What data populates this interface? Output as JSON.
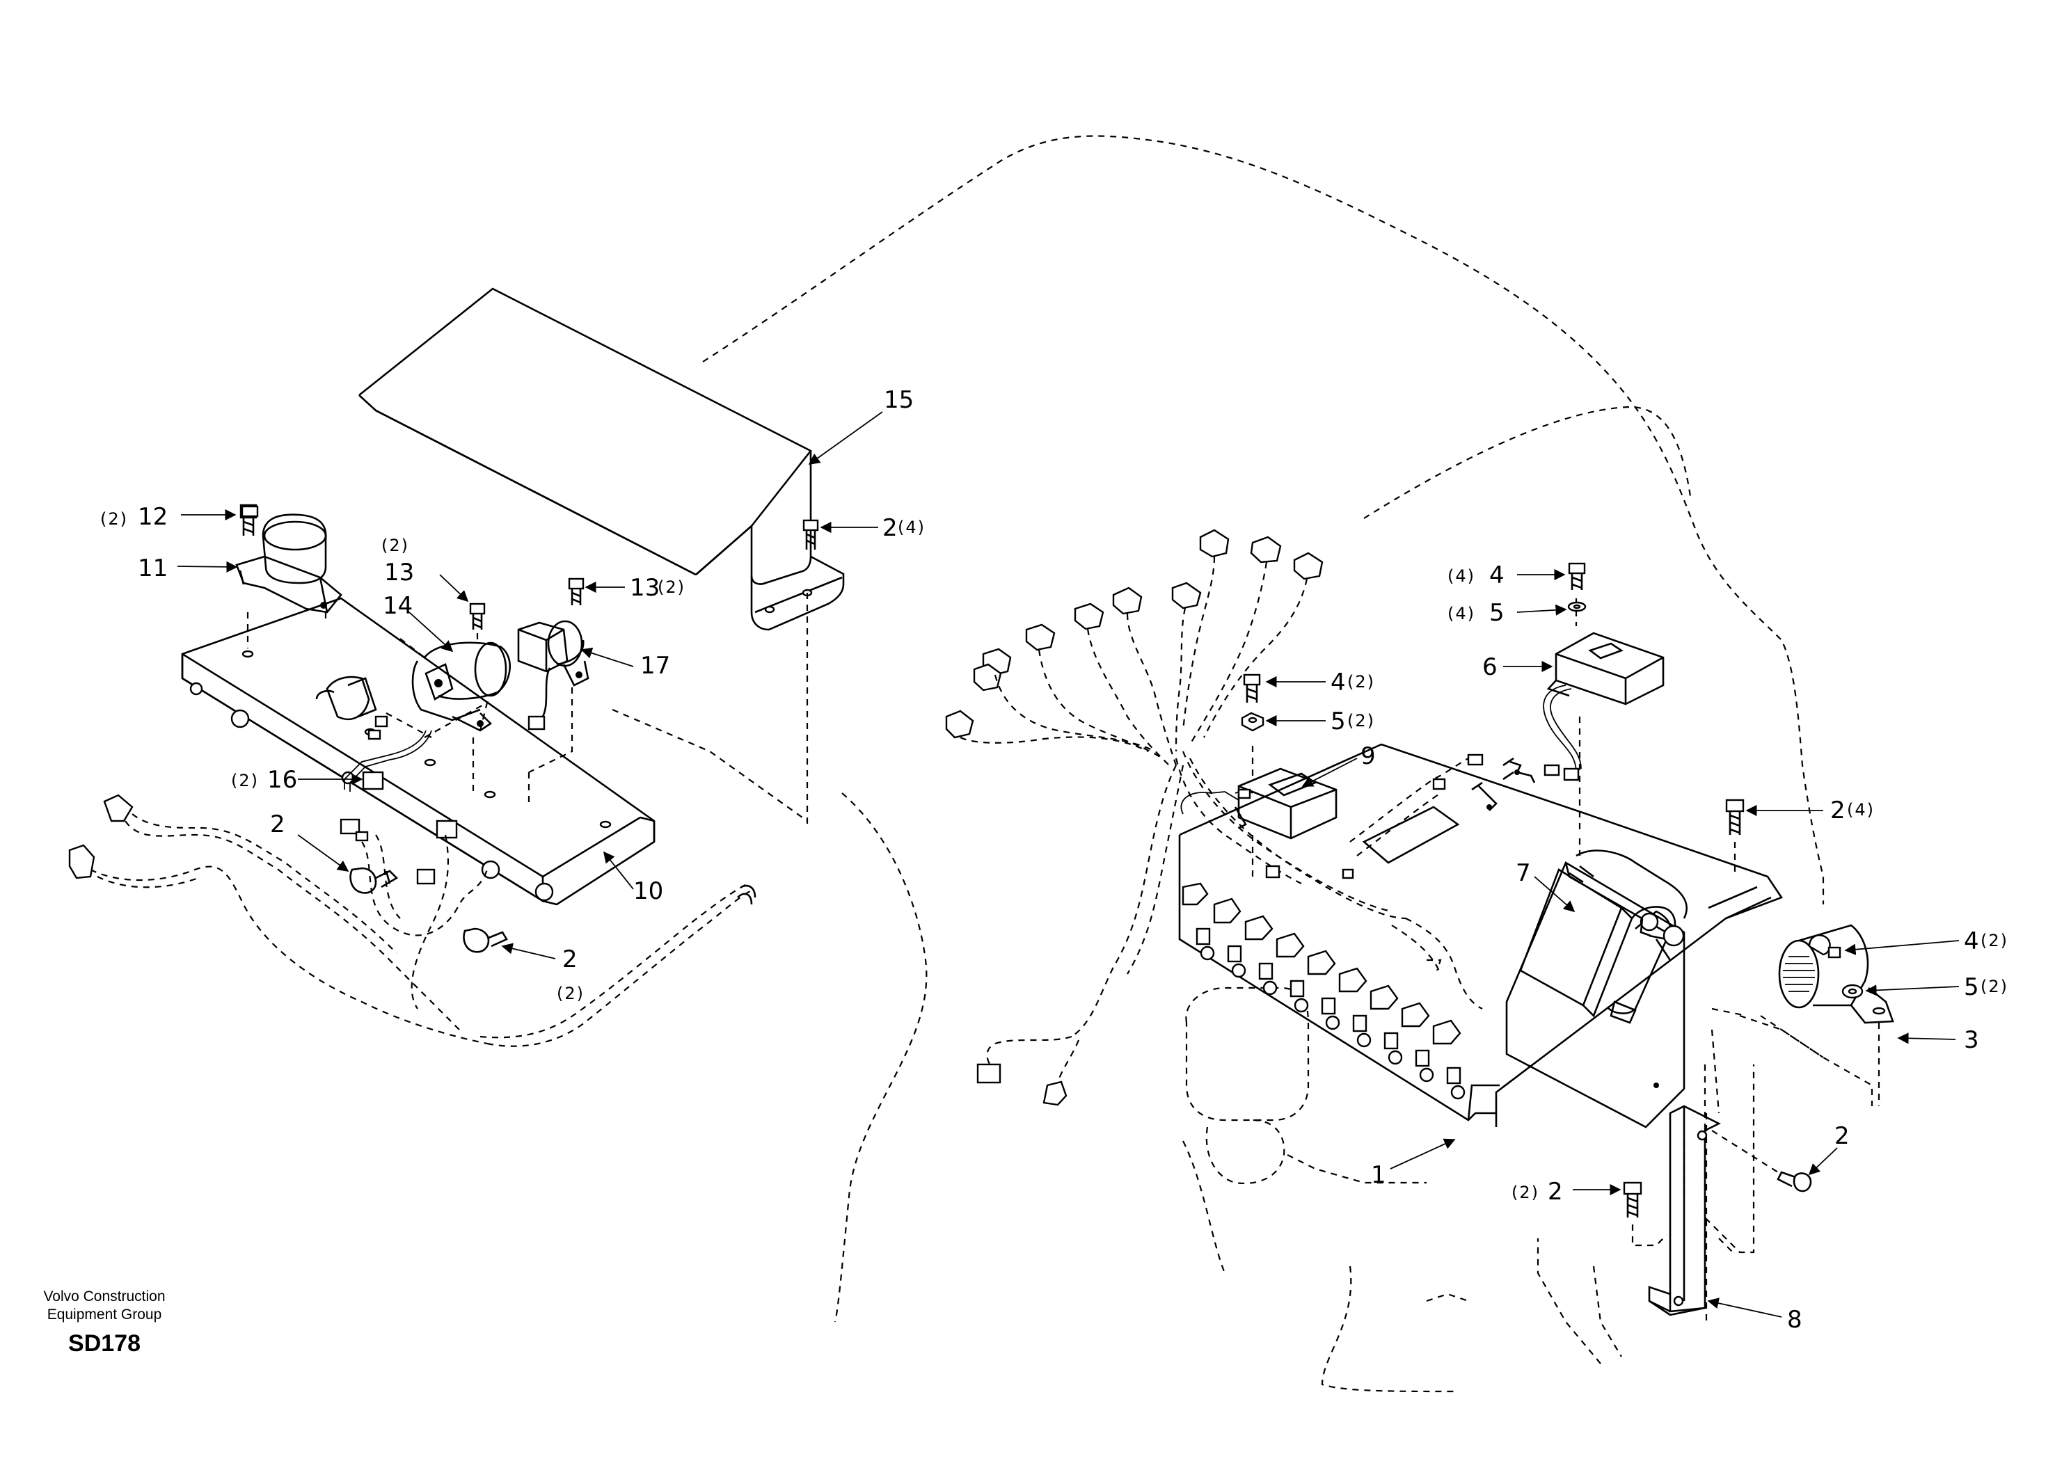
{
  "footer": {
    "company_line1": "Volvo Construction",
    "company_line2": "Equipment Group",
    "drawing_code": "SD178"
  },
  "callouts": {
    "c15": "15",
    "c2_cover": "2",
    "c2_cover_qty": "(4)",
    "c12": "12",
    "c12_qty": "(2)",
    "c11": "11",
    "c13a_qty": "(2)",
    "c13a": "13",
    "c13b": "13",
    "c13b_qty": "(2)",
    "c14": "14",
    "c17": "17",
    "c16_qty": "(2)",
    "c16": "16",
    "c2_left": "2",
    "c10": "10",
    "c2_bottom": "2",
    "c2_bottom_qty": "(2)",
    "c4_top_qty": "(4)",
    "c4_top": "4",
    "c5_top_qty": "(4)",
    "c5_top": "5",
    "c6": "6",
    "c4_mid": "4",
    "c4_mid_qty": "(2)",
    "c5_mid": "5",
    "c5_mid_qty": "(2)",
    "c9": "9",
    "c2_right": "2",
    "c2_right_qty": "(4)",
    "c7": "7",
    "c4_horn": "4",
    "c4_horn_qty": "(2)",
    "c5_horn": "5",
    "c5_horn_qty": "(2)",
    "c3": "3",
    "c2_lower": "2",
    "c1": "1",
    "c2_base_qty": "(2)",
    "c2_base": "2",
    "c8": "8"
  }
}
